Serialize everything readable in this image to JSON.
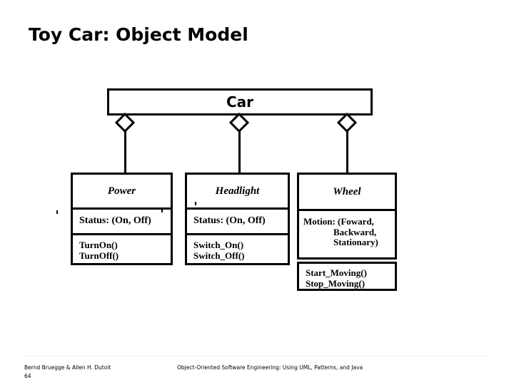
{
  "slide": {
    "title": "Toy Car: Object Model"
  },
  "diagram": {
    "type": "uml-class-diagram",
    "root": {
      "name": "Car"
    },
    "aggregations": [
      {
        "from": "Car",
        "to": "Power",
        "marker": "aggregation-diamond"
      },
      {
        "from": "Car",
        "to": "Headlight",
        "marker": "aggregation-diamond"
      },
      {
        "from": "Car",
        "to": "Wheel",
        "marker": "aggregation-diamond"
      }
    ],
    "classes": [
      {
        "name": "Power",
        "attributes": "Status: (On, Off)",
        "operations": "TurnOn()\nTurnOff()",
        "operations_lines": [
          "TurnOn()",
          "TurnOff()"
        ]
      },
      {
        "name": "Headlight",
        "attributes": "Status: (On, Off)",
        "operations": "Switch_On()\nSwitch_Off()",
        "operations_lines": [
          "Switch_On()",
          "Switch_Off()"
        ]
      },
      {
        "name": "Wheel",
        "attributes_line1": "Motion: (Foward,",
        "attributes_line2": "Backward,",
        "attributes_line3": "Stationary)",
        "operations": "Start_Moving()\nStop_Moving()",
        "operations_lines": [
          "Start_Moving()",
          "Stop_Moving()"
        ]
      }
    ]
  },
  "footer": {
    "authors": "Bernd Bruegge & Allen H. Dutoit",
    "page_number": "64",
    "book_title": "Object-Oriented Software Engineering: Using UML, Patterns, and Java"
  },
  "colors": {
    "background": "#ffffff",
    "ink": "#000000",
    "footer_rule": "#f2f2f2"
  }
}
